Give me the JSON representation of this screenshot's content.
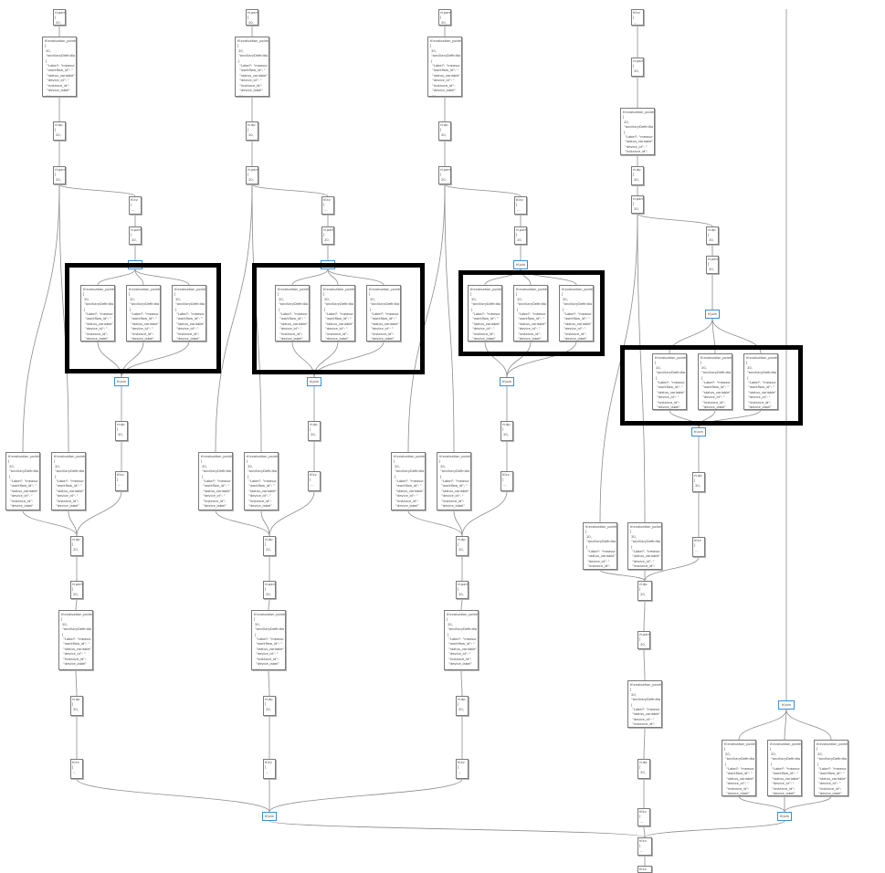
{
  "labels": {
    "kv": "tf.kv",
    "kv_detail": "tf.kv\n[\n ...",
    "parse": "rt.parse",
    "parse_detail": "rt.parse\n[\n 20,",
    "dp": "rt.dp",
    "dp_detail": "rt.dp\n[\n 20,",
    "merge": "tf.join",
    "node_text": "tf.evaluation_points\n[\n 20,\n \"ancillaryDefinitio\n [\n  \"Label\": \"measur\n  \"workflow_id\": \"\n  \"status_variable\"\n  \"device_id\": \"\n  \"instance_id\":\n  \"device_label\"\n  ...",
    "node_text_alt": "tf.evaluation_points\n[\n 20,\n \"ancillaryDefinitio\n [\n  \"Label\": \"measur\n  \"status_variable\"\n  \"device_id\": \"\n  \"instance_id\":\n  \"device_label\"\n  ..."
  },
  "colors": {
    "node_border": "#7a7a7a",
    "merge_border": "#3a8fd6",
    "edge": "#8c8c8c",
    "highlight": "#000000"
  }
}
